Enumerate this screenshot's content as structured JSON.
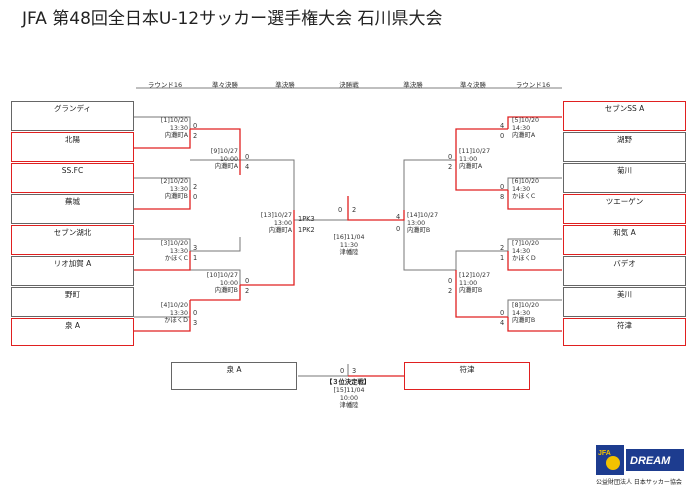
{
  "title": "JFA 第48回全日本U-12サッカー選手権大会 石川県大会",
  "headers": {
    "r16_left": "ラウンド16",
    "qf_left": "準々決勝",
    "sf_left": "準決勝",
    "final": "決勝戦",
    "sf_right": "準決勝",
    "qf_right": "準々決勝",
    "r16_right": "ラウンド16"
  },
  "teams_left": [
    "グランディ",
    "北陽",
    "SS.FC",
    "蕪城",
    "セブン湖北",
    "リオ加賀 A",
    "野町",
    "泉 A"
  ],
  "teams_right": [
    "セブンSS A",
    "湖野",
    "菊川",
    "ツエーゲン",
    "和気 A",
    "バデオ",
    "美川",
    "符津"
  ],
  "matches": {
    "m1": {
      "line1": "[1]10/20",
      "line2": "13:30",
      "line3": "内灘町A",
      "score_top": "0",
      "score_bottom": "2"
    },
    "m2": {
      "line1": "[2]10/20",
      "line2": "13:30",
      "line3": "内灘町B",
      "score_top": "2",
      "score_bottom": "0"
    },
    "m3": {
      "line1": "[3]10/20",
      "line2": "13:30",
      "line3": "かほくC",
      "score_top": "3",
      "score_bottom": "1"
    },
    "m4": {
      "line1": "[4]10/20",
      "line2": "13:30",
      "line3": "かほくD",
      "score_top": "0",
      "score_bottom": "3"
    },
    "m5": {
      "line1": "[5]10/20",
      "line2": "14:30",
      "line3": "内灘町A",
      "score_top": "4",
      "score_bottom": "0"
    },
    "m6": {
      "line1": "[6]10/20",
      "line2": "14:30",
      "line3": "かほくC",
      "score_top": "0",
      "score_bottom": "8"
    },
    "m7": {
      "line1": "[7]10/20",
      "line2": "14:30",
      "line3": "かほくD",
      "score_top": "2",
      "score_bottom": "1"
    },
    "m8": {
      "line1": "[8]10/20",
      "line2": "14:30",
      "line3": "内灘町B",
      "score_top": "0",
      "score_bottom": "4"
    },
    "m9": {
      "line1": "[9]10/27",
      "line2": "10:00",
      "line3": "内灘町A",
      "score_top": "0",
      "score_bottom": "4"
    },
    "m10": {
      "line1": "[10]10/27",
      "line2": "10:00",
      "line3": "内灘町B",
      "score_top": "0",
      "score_bottom": "2"
    },
    "m11": {
      "line1": "[11]10/27",
      "line2": "11:00",
      "line3": "内灘町A",
      "score_top": "0",
      "score_bottom": "2"
    },
    "m12": {
      "line1": "[12]10/27",
      "line2": "11:00",
      "line3": "内灘町B",
      "score_top": "0",
      "score_bottom": "2"
    },
    "m13": {
      "line1": "[13]10/27",
      "line2": "13:00",
      "line3": "内灘町A",
      "pk_top": "1PK3",
      "pk_bottom": "1PK2"
    },
    "m14": {
      "line1": "[14]10/27",
      "line2": "13:00",
      "line3": "内灘町B",
      "score_top": "4",
      "score_bottom": "0"
    },
    "final": {
      "line1": "[16]11/04",
      "line2": "11:30",
      "line3": "津幡陸",
      "score_left": "0",
      "score_right": "2"
    },
    "third": {
      "caption": "【３位決定戦】",
      "line1": "[15]11/04",
      "line2": "10:00",
      "line3": "津幡陸",
      "team_left": "泉 A",
      "team_right": "符津",
      "score_left": "0",
      "score_right": "3"
    }
  },
  "footer": {
    "org": "公益財団法人 日本サッカー協会",
    "logo_jfa": "JFA",
    "logo_dream": "DREAM"
  },
  "colors": {
    "win": "#e02020",
    "line": "#777777",
    "logo_blue": "#1d3c8f",
    "logo_yellow": "#f2c200"
  }
}
